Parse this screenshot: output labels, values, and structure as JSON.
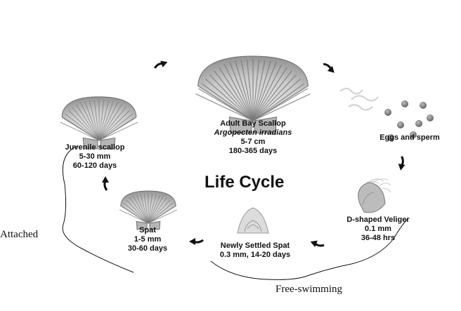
{
  "title": "Life Cycle",
  "stages": {
    "adult": {
      "line1": "Adult Bay Scallop",
      "line2": "Argopecten irradians",
      "line3": "5-7 cm",
      "line4": "180-365 days"
    },
    "eggs": {
      "line1": "Eggs and sperm"
    },
    "veliger": {
      "line1": "D-shaped Veliger",
      "line2": "0.1 mm",
      "line3": "36-48 hrs"
    },
    "settled": {
      "line1": "Newly Settled Spat",
      "line2": "0.3 mm, 14-20 days"
    },
    "spat": {
      "line1": "Spat",
      "line2": "1-5 mm",
      "line3": "30-60 days"
    },
    "juvenile": {
      "line1": "Juvenile scallop",
      "line2": "5-30 mm",
      "line3": "60-120 days"
    }
  },
  "phases": {
    "attached": "Attached",
    "free_swimming": "Free-swimming"
  },
  "colors": {
    "shell_light": "#e4e4e4",
    "shell_dark": "#8a8a8a",
    "egg": "#6f6f6f",
    "ink": "#111111"
  }
}
